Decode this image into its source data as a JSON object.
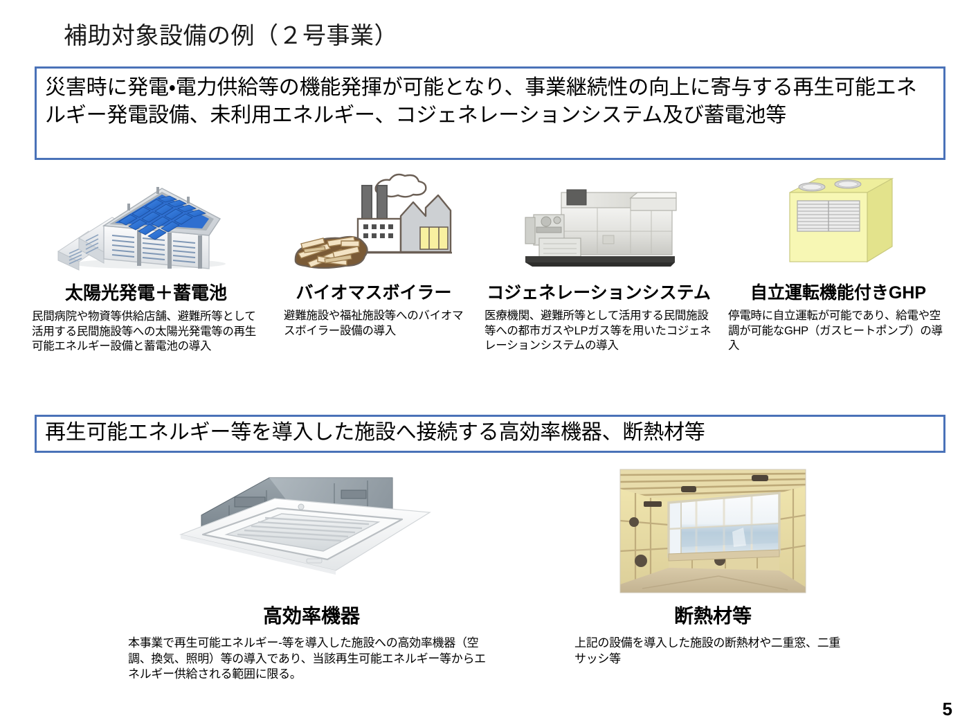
{
  "slide": {
    "title": "補助対象設備の例（２号事業）",
    "page_number": "5",
    "accent_color": "#4a72b8"
  },
  "banners": [
    {
      "id": "banner-1",
      "text": "災害時に発電・電力供給等の機能発揮が可能となり、事業継続性の向上に寄与する再生可能エネルギー発電設備、未利用エネルギー、コジェネレーションシステム及び蓄電池等"
    },
    {
      "id": "banner-2",
      "text": "再生可能エネルギー等を導入した施設へ接続する高効率機器、断熱材等"
    }
  ],
  "top_items": [
    {
      "icon": "solar-panel-building-icon",
      "caption": "太陽光発電＋蓄電池",
      "description": "民間病院や物資等供給店舗、避難所等として活用する民間施設等への太陽光発電等の再生可能エネルギー設備と蓄電池の導入"
    },
    {
      "icon": "biomass-boiler-icon",
      "caption": "バイオマスボイラー",
      "description": "避難施設や福祉施設等へのバイオマスボイラー設備の導入"
    },
    {
      "icon": "cogeneration-unit-icon",
      "caption": "コジェネレーションシステム",
      "description": "医療機関、避難所等として活用する民間施設等への都市ガスやLPガス等を用いたコジェネレーションシステムの導入"
    },
    {
      "icon": "gas-heat-pump-icon",
      "caption": "自立運転機能付きGHP",
      "description": "停電時に自立運転が可能であり、給電や空調が可能なGHP（ガスヒートポンプ）の導入"
    }
  ],
  "bottom_items": [
    {
      "icon": "ceiling-cassette-ac-icon",
      "caption": "高効率機器",
      "description": "本事業で再生可能エネルギー-等を導入した施設への高効率機器（空調、換気、照明）等の導入であり、当該再生可能エネルギー等からエネルギー供給される範囲に限る。"
    },
    {
      "icon": "wall-insulation-icon",
      "caption": "断熱材等",
      "description": "上記の設備を導入した施設の断熱材や二重窓、二重サッシ等"
    }
  ]
}
